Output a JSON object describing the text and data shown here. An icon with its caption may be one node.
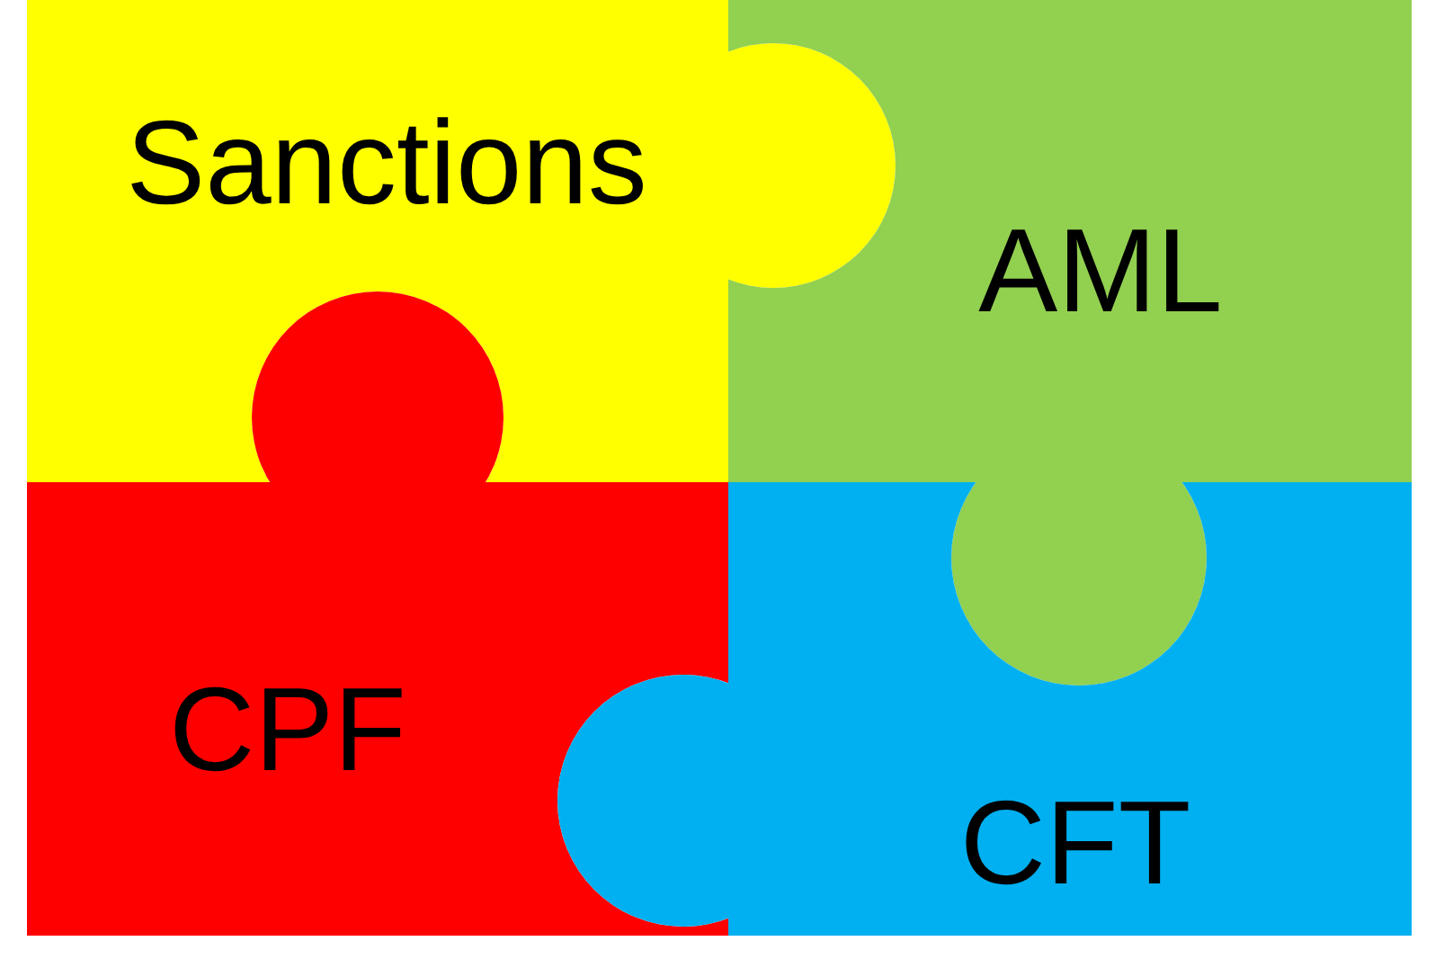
{
  "diagram": {
    "nodes": [
      {
        "text": [
          "Sanctions"
        ]
      },
      {
        "text": [
          "AML"
        ]
      },
      {
        "text": [
          "CPF"
        ]
      },
      {
        "text": [
          "CFT"
        ]
      }
    ],
    "edges": []
  }
}
